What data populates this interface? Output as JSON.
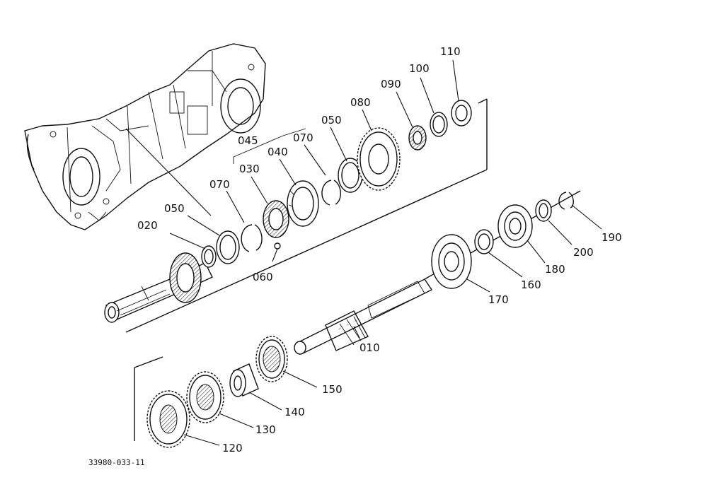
{
  "figure_code": "33980-033-11",
  "callouts": {
    "c010": "010",
    "c020": "020",
    "c030": "030",
    "c040": "040",
    "c045": "045",
    "c050a": "050",
    "c050b": "050",
    "c060": "060",
    "c070a": "070",
    "c070b": "070",
    "c080": "080",
    "c090": "090",
    "c100": "100",
    "c110": "110",
    "c120": "120",
    "c130": "130",
    "c140": "140",
    "c150": "150",
    "c160": "160",
    "c170": "170",
    "c180": "180",
    "c190": "190",
    "c200": "200"
  }
}
